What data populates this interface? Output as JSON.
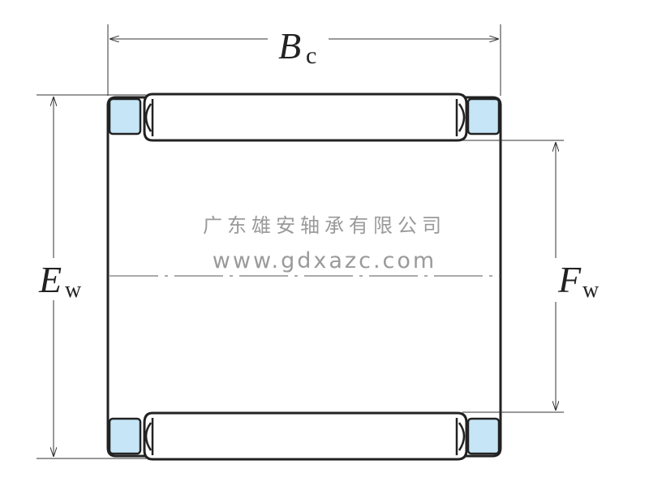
{
  "labels": {
    "bc_main": "B",
    "bc_sub": "c",
    "ew_main": "E",
    "ew_sub": "w",
    "fw_main": "F",
    "fw_sub": "w"
  },
  "watermark": {
    "company": "广东雄安轴承有限公司",
    "website": "www.gdxazc.com"
  },
  "colors": {
    "ring": "#c6e6f7",
    "line": "#222222"
  }
}
